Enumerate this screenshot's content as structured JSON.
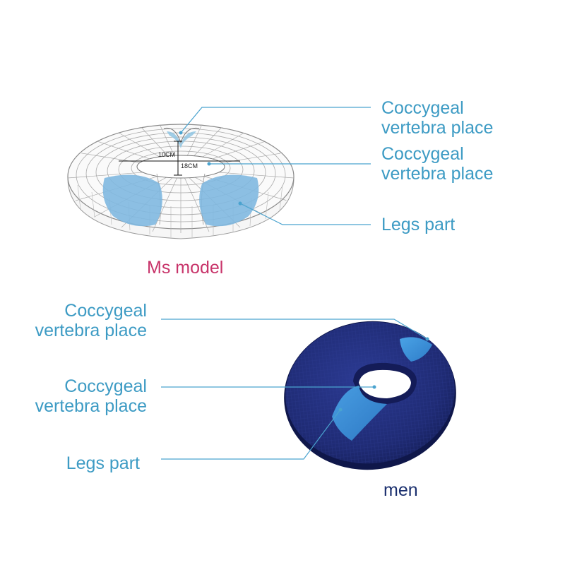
{
  "top_section": {
    "callouts": [
      {
        "line1": "Coccygeal",
        "line2": "vertebra place"
      },
      {
        "line1": "Coccygeal",
        "line2": "vertebra place"
      },
      {
        "line1": "Legs part"
      }
    ],
    "dimensions": {
      "depth": "10CM",
      "width": "18CM"
    },
    "caption": "Ms model",
    "caption_color": "#c8346a"
  },
  "bottom_section": {
    "callouts": [
      {
        "line1": "Coccygeal",
        "line2": "vertebra place"
      },
      {
        "line1": "Coccygeal",
        "line2": "vertebra place"
      },
      {
        "line1": "Legs part"
      }
    ],
    "caption": "men",
    "caption_color": "#1a2f6e"
  },
  "colors": {
    "label_blue": "#3d9bc4",
    "cushion_navy": "#1e2c78",
    "highlight_blue": "#3a8fd8"
  }
}
